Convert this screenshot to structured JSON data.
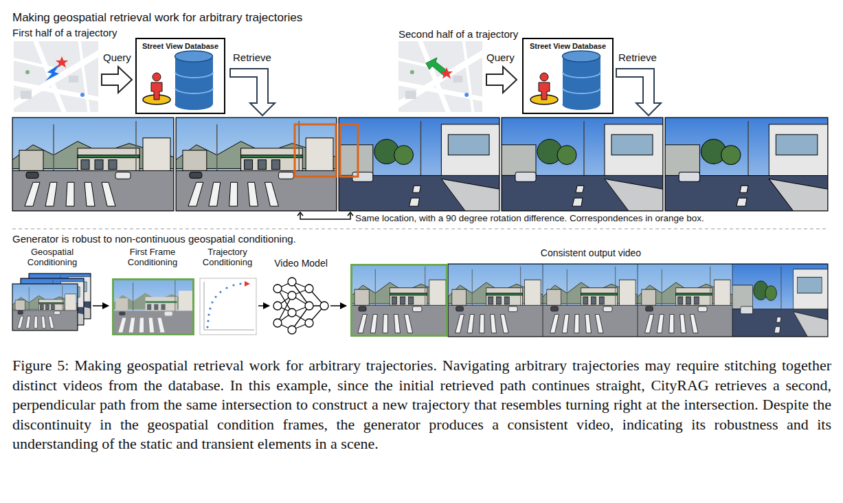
{
  "diagram": {
    "title": "Making geospatial retrieval work for arbitrary trajectories",
    "caption": "Figure 5: Making geospatial retrieval work for arbitrary trajectories. Navigating arbitrary trajectories may require stitching together distinct videos from the database. In this example, since the initial retrieved path continues straight, CityRAG retrieves a second, perpendicular path from the same intersection to construct a new trajectory that resembles turning right at the intersection. Despite the discontinuity in the geospatial condition frames, the generator produces a consistent video, indicating its robustness and its understanding of the static and transient elements in a scene.",
    "nodes": [
      {
        "text": [
          "Street View Database"
        ]
      },
      {
        "text": [
          "Street View Database"
        ]
      }
    ],
    "labels": [
      "First half of a trajectory",
      "Query",
      "Retrieve",
      "Second half of a trajectory",
      "Query",
      "Retrieve",
      "Same location, with a 90 degree rotation difference. Correspondences in orange box.",
      "Generator is robust to non-continuous geospatial conditioning.",
      "Geospatial Conditioning",
      "First Frame Conditioning",
      "Trajectory Conditioning",
      "Video Model",
      "Consistent output video"
    ]
  }
}
